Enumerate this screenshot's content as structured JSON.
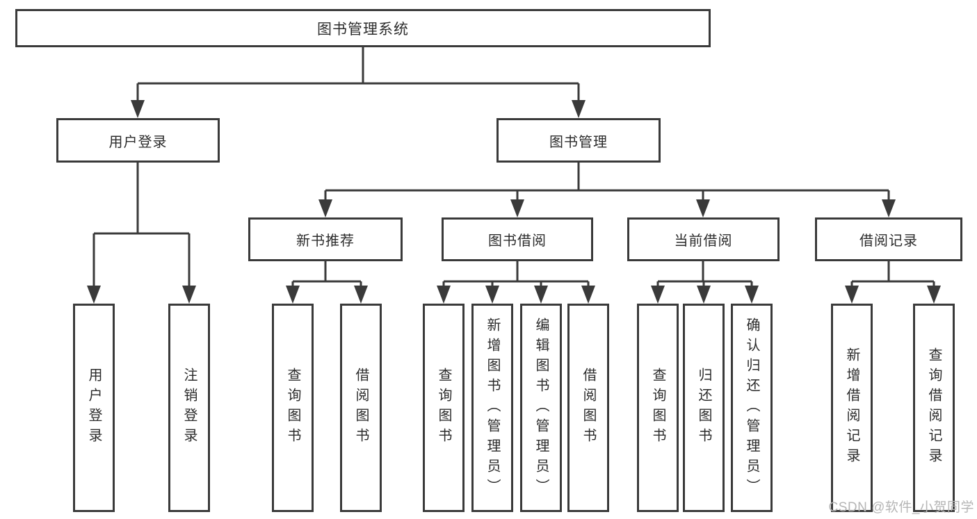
{
  "diagram": {
    "colors": {
      "line": "#3a3a3a",
      "box_border": "#3a3a3a",
      "box_background": "#ffffff",
      "text": "#2b2b2b",
      "watermark_text": "#b5b5b5",
      "page_background": "#ffffff"
    },
    "watermark": "CSDN @软件_小贺同学",
    "nodes": {
      "root": "图书管理系统",
      "user_login": "用户登录",
      "book_mgmt": "图书管理",
      "new_book_rec": "新书推荐",
      "book_borrow": "图书借阅",
      "current_borrow": "当前借阅",
      "borrow_record": "借阅记录",
      "leaf_user_login": "用户登录",
      "leaf_logout": "注销登录",
      "leaf_nb_query_book": "查询图书",
      "leaf_nb_borrow_book": "借阅图书",
      "leaf_bb_query_book": "查询图书",
      "leaf_bb_add_book": "新增图书（管理员）",
      "leaf_bb_edit_book": "编辑图书（管理员）",
      "leaf_bb_borrow_book": "借阅图书",
      "leaf_cb_query_book": "查询图书",
      "leaf_cb_return_book": "归还图书",
      "leaf_cb_confirm_return": "确认归还（管理员）",
      "leaf_br_add_record": "新增借阅记录",
      "leaf_br_query_record": "查询借阅记录"
    },
    "hierarchy": {
      "图书管理系统": {
        "用户登录": [
          "用户登录",
          "注销登录"
        ],
        "图书管理": {
          "新书推荐": [
            "查询图书",
            "借阅图书"
          ],
          "图书借阅": [
            "查询图书",
            "新增图书（管理员）",
            "编辑图书（管理员）",
            "借阅图书"
          ],
          "当前借阅": [
            "查询图书",
            "归还图书",
            "确认归还（管理员）"
          ],
          "借阅记录": [
            "新增借阅记录",
            "查询借阅记录"
          ]
        }
      }
    }
  }
}
